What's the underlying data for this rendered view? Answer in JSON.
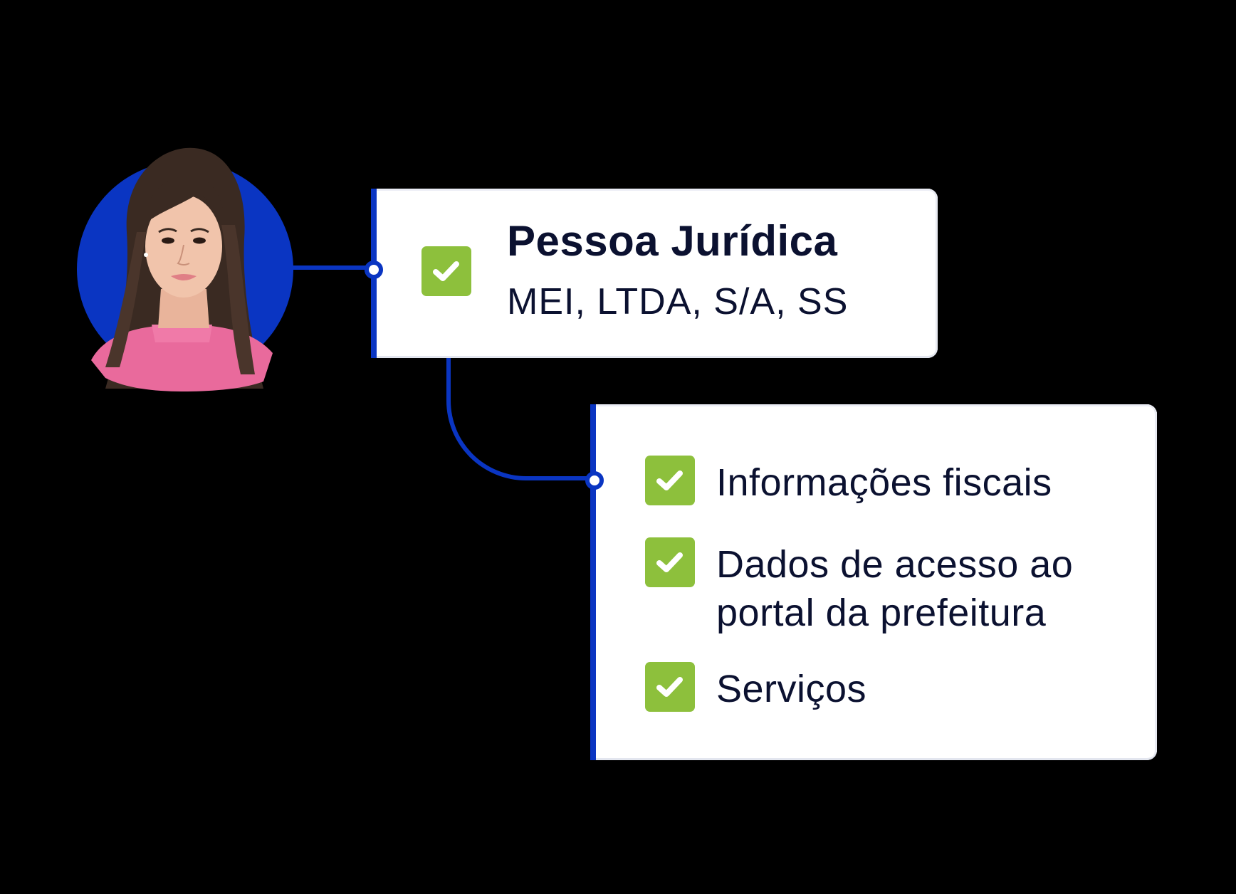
{
  "colors": {
    "background": "#000000",
    "accent_blue": "#0a35c2",
    "check_green": "#8dc03c",
    "card_bg": "#ffffff",
    "text_dark": "#0b1130"
  },
  "avatar": {
    "description": "woman-with-long-dark-hair-pink-sweater",
    "icon": "user-photo"
  },
  "card_primary": {
    "icon": "checkbox-checked-icon",
    "title": "Pessoa Jurídica",
    "subtitle": "MEI, LTDA, S/A, SS"
  },
  "card_requirements": {
    "items": [
      {
        "icon": "checkbox-checked-icon",
        "label": "Informações fiscais"
      },
      {
        "icon": "checkbox-checked-icon",
        "label": "Dados de acesso ao portal da prefeitura"
      },
      {
        "icon": "checkbox-checked-icon",
        "label": "Serviços"
      }
    ]
  }
}
